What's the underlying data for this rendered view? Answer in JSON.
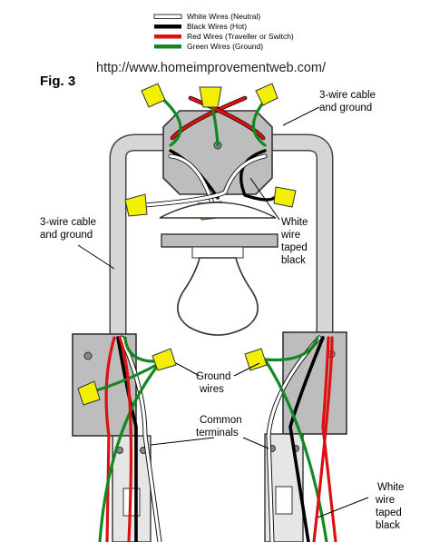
{
  "figure": {
    "title": "Fig. 3",
    "url": "http://www.homeimprovementweb.com/"
  },
  "legend": [
    {
      "label": "White Wires (Neutral)",
      "color": "#ffffff"
    },
    {
      "label": "Black Wires (Hot)",
      "color": "#000000"
    },
    {
      "label": "Red Wires (Traveller or Switch)",
      "color": "#dd1111"
    },
    {
      "label": "Green Wires (Ground)",
      "color": "#118822"
    }
  ],
  "labels": {
    "cable_right": [
      "3-wire cable",
      "and ground"
    ],
    "cable_left": [
      "3-wire cable",
      "and ground"
    ],
    "white_taped_top": [
      "White",
      "wire",
      "taped",
      "black"
    ],
    "ground_wires": [
      "Ground",
      "wires"
    ],
    "common_terminals": [
      "Common",
      "terminals"
    ],
    "white_taped_bottom": [
      "White",
      "wire",
      "taped",
      "black"
    ]
  },
  "colors": {
    "white_wire": "#ffffff",
    "black_wire": "#000000",
    "red_wire": "#dd1111",
    "green_wire": "#118822",
    "cable_sheath": "#d6d6d6",
    "box_gray": "#bdbdbd",
    "wire_nut": "#f2f000",
    "bulb": "#ffffff"
  }
}
